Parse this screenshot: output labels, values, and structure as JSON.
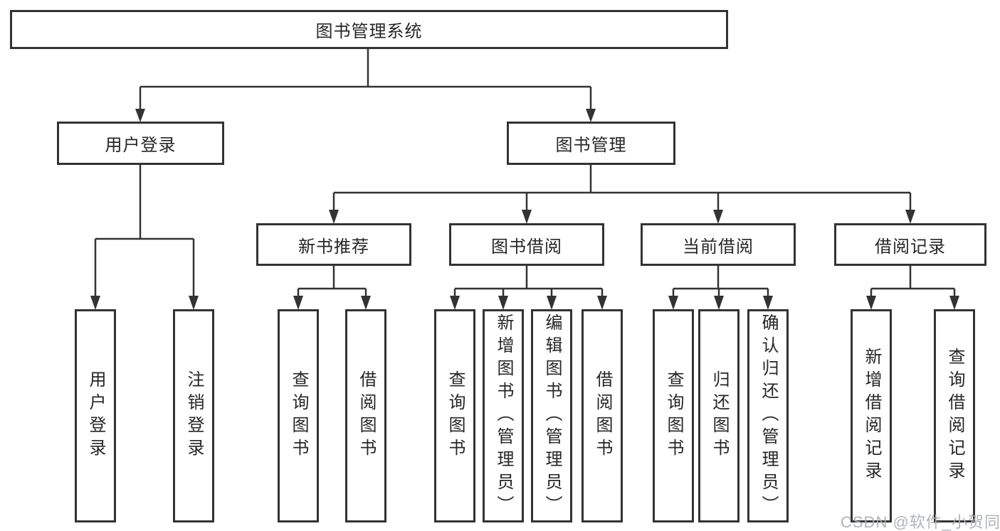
{
  "diagram": {
    "root": {
      "label": "图书管理系统"
    },
    "level2": [
      {
        "label": "用户登录",
        "children": [
          {
            "label": "用户登录"
          },
          {
            "label": "注销登录"
          }
        ]
      },
      {
        "label": "图书管理",
        "children": [
          {
            "label": "新书推荐",
            "children": [
              {
                "label": "查询图书"
              },
              {
                "label": "借阅图书"
              }
            ]
          },
          {
            "label": "图书借阅",
            "children": [
              {
                "label": "查询图书"
              },
              {
                "label": "新增图书（管理员）"
              },
              {
                "label": "编辑图书（管理员）"
              },
              {
                "label": "借阅图书"
              }
            ]
          },
          {
            "label": "当前借阅",
            "children": [
              {
                "label": "查询图书"
              },
              {
                "label": "归还图书"
              },
              {
                "label": "确认归还（管理员）"
              }
            ]
          },
          {
            "label": "借阅记录",
            "children": [
              {
                "label": "新增借阅记录"
              },
              {
                "label": "查询借阅记录"
              }
            ]
          }
        ]
      }
    ]
  },
  "watermark": {
    "text": "CSDN @软件_小贺同学"
  },
  "colors": {
    "line": "#333333",
    "box_border": "#333333",
    "box_background": "#ffffff",
    "text": "#262626",
    "watermark": "#aaadb2"
  }
}
